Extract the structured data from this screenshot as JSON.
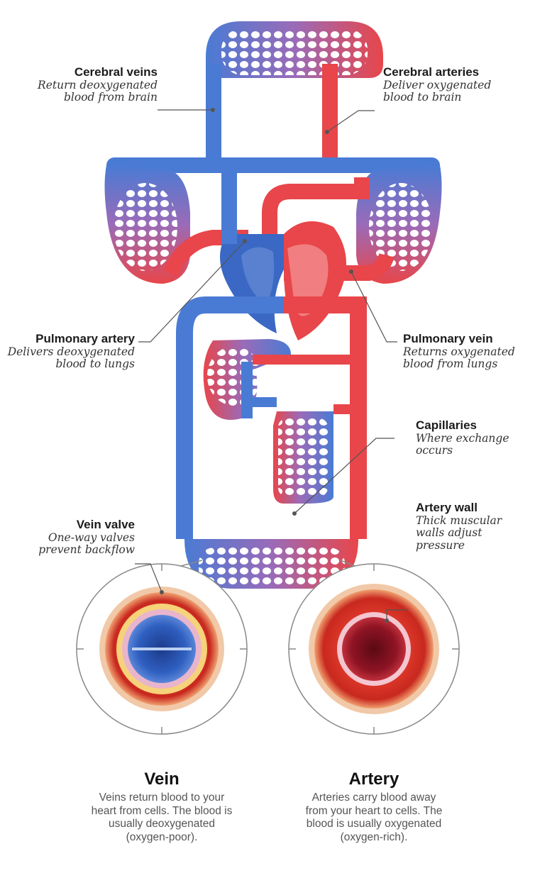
{
  "labels": {
    "cerebral_veins": {
      "title": "Cerebral veins",
      "desc_1": "Return deoxygenated",
      "desc_2": "blood from brain"
    },
    "cerebral_arteries": {
      "title": "Cerebral arteries",
      "desc_1": "Deliver oxygenated",
      "desc_2": "blood to brain"
    },
    "pulmonary_artery": {
      "title": "Pulmonary artery",
      "desc_1": "Delivers deoxygenated",
      "desc_2": "blood to lungs"
    },
    "pulmonary_vein": {
      "title": "Pulmonary vein",
      "desc_1": "Returns oxygenated",
      "desc_2": "blood from lungs"
    },
    "capillaries": {
      "title": "Capillaries",
      "desc_1": "Where exchange",
      "desc_2": "occurs"
    },
    "artery_wall": {
      "title": "Artery wall",
      "desc_1": "Thick muscular",
      "desc_2": "walls adjust",
      "desc_3": "pressure"
    },
    "vein_valve": {
      "title": "Vein valve",
      "desc_1": "One-way valves",
      "desc_2": "prevent backflow"
    }
  },
  "captions": {
    "vein": {
      "heading": "Vein",
      "line_1": "Veins return blood to your",
      "line_2": "heart from cells. The blood is",
      "line_3": "usually deoxygenated",
      "line_4": "(oxygen-poor)."
    },
    "artery": {
      "heading": "Artery",
      "line_1": "Arteries carry blood away",
      "line_2": "from your heart to cells. The",
      "line_3": "blood is usually oxygenated",
      "line_4": "(oxygen-rich)."
    }
  },
  "colors": {
    "vein_blue": "#4a7bd4",
    "artery_red": "#e8464a",
    "vein_dark": "#2f55a8",
    "artery_dark": "#c42b31",
    "leader_line": "#555555"
  }
}
